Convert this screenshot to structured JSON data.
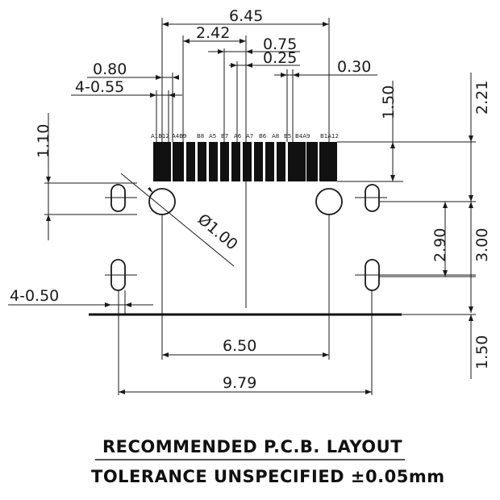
{
  "dimensions": {
    "overall_pitch": "6.45",
    "inner_span": "2.42",
    "pitch_a": "0.75",
    "pitch_b": "0.25",
    "pitch_c": "0.30",
    "offset_left": "0.80",
    "slot_width": "4-0.55",
    "pad_height": "1.50",
    "pad_total": "2.21",
    "hole_offset": "1.10",
    "hole_diameter": "Ø1.00",
    "slot_spacing": "2.90",
    "slot_total": "3.00",
    "bottom_slot": "4-0.50",
    "hole_span": "6.50",
    "slot_span": "9.79",
    "edge_offset": "1.50"
  },
  "pin_labels": [
    "A1B12",
    "A4B9",
    "B8",
    "A5",
    "B7",
    "A6",
    "A7",
    "B6",
    "A8",
    "B5",
    "B4A9",
    "B1A12"
  ],
  "title": "RECOMMENDED  P.C.B.  LAYOUT",
  "subtitle": "TOLERANCE  UNSPECIFIED  ±0.05mm"
}
